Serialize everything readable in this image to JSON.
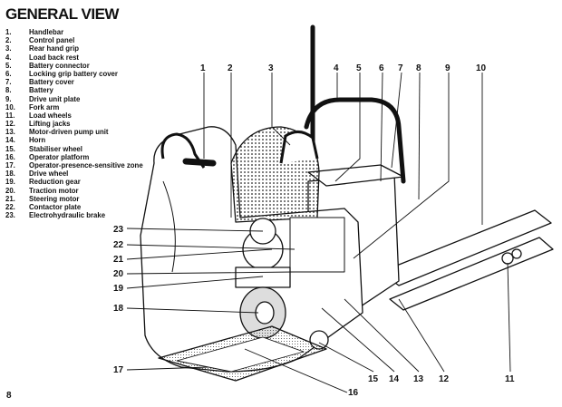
{
  "title": "GENERAL VIEW",
  "page_number": "8",
  "legend": [
    {
      "num": "1.",
      "label": "Handlebar"
    },
    {
      "num": "2.",
      "label": "Control panel"
    },
    {
      "num": "3.",
      "label": "Rear hand grip"
    },
    {
      "num": "4.",
      "label": "Load back rest"
    },
    {
      "num": "5.",
      "label": "Battery connector"
    },
    {
      "num": "6.",
      "label": "Locking grip battery cover"
    },
    {
      "num": "7.",
      "label": "Battery cover"
    },
    {
      "num": "8.",
      "label": "Battery"
    },
    {
      "num": "9.",
      "label": "Drive unit plate"
    },
    {
      "num": "10.",
      "label": "Fork arm"
    },
    {
      "num": "11.",
      "label": "Load wheels"
    },
    {
      "num": "12.",
      "label": "Lifting jacks"
    },
    {
      "num": "13.",
      "label": "Motor-driven pump unit"
    },
    {
      "num": "14.",
      "label": "Horn"
    },
    {
      "num": "15.",
      "label": "Stabiliser wheel"
    },
    {
      "num": "16.",
      "label": "Operator platform"
    },
    {
      "num": "17.",
      "label": "Operator-presence-sensitive zone"
    },
    {
      "num": "18.",
      "label": "Drive wheel"
    },
    {
      "num": "19.",
      "label": "Reduction gear"
    },
    {
      "num": "20.",
      "label": "Traction motor"
    },
    {
      "num": "21.",
      "label": "Steering motor"
    },
    {
      "num": "22.",
      "label": "Contactor plate"
    },
    {
      "num": "23.",
      "label": "Electrohydraulic brake"
    }
  ],
  "callouts": {
    "top": [
      "1",
      "2",
      "3",
      "4",
      "5",
      "6",
      "7",
      "8",
      "9",
      "10"
    ],
    "left": [
      "23",
      "22",
      "21",
      "20",
      "19",
      "18",
      "17"
    ],
    "bottom": [
      "16",
      "15",
      "14",
      "13",
      "12",
      "11"
    ]
  }
}
